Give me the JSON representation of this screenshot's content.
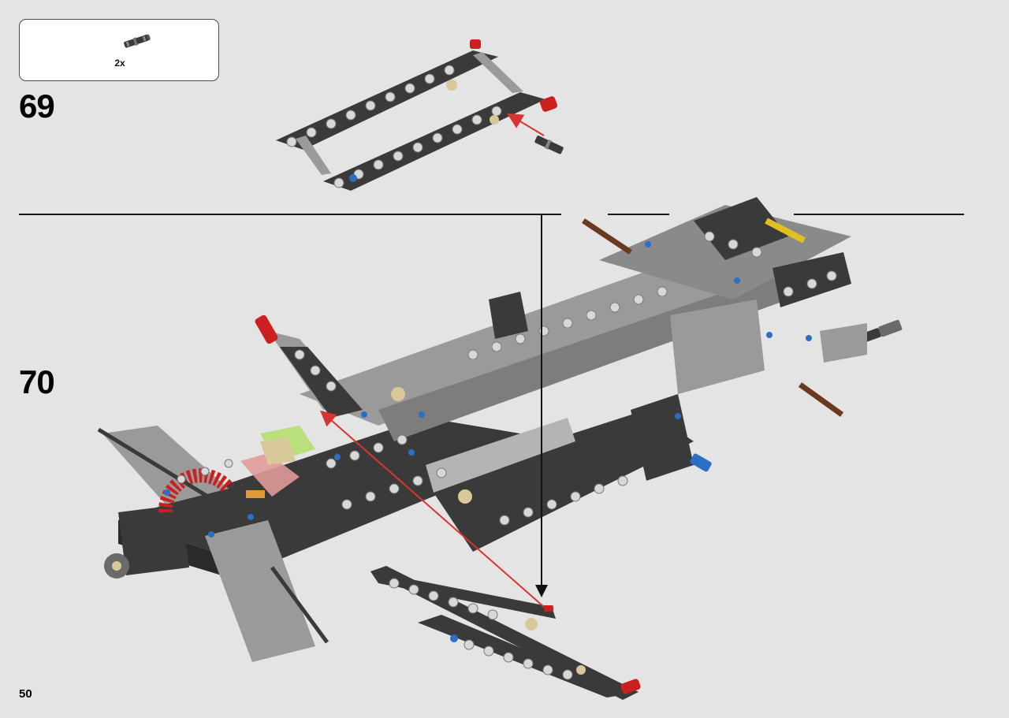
{
  "parts_callout": {
    "quantity": "2x",
    "part_icon": "connector-pin-icon"
  },
  "steps": [
    {
      "number": "69"
    },
    {
      "number": "70"
    }
  ],
  "page": {
    "number": "50"
  },
  "colors": {
    "background": "#e4e4e4",
    "beam_dark": "#3a3a3a",
    "beam_light": "#9a9a9a",
    "hole": "#d8d8d8",
    "pin_red": "#cc1f1f",
    "pin_blue": "#2b6fc4",
    "pin_tan": "#d8c89a",
    "axle_brown": "#6b3a1e",
    "guide_arrow_red": "#d93434",
    "guide_arrow_black": "#111111"
  }
}
